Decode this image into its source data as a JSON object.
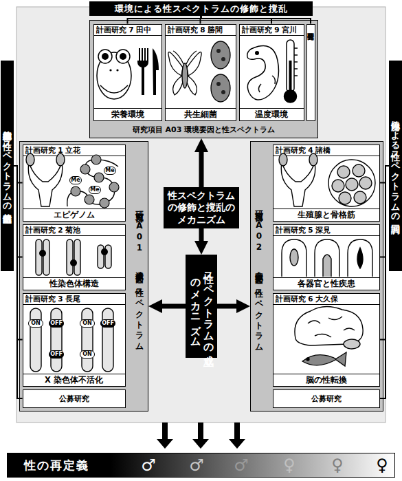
{
  "diagram": {
    "nodes": [
      {
        "text": [
          "環境による性スペクトラムの修飾と撹乱"
        ]
      },
      {
        "text": [
          "研究項目 A03 環境要因と性スペクトラム"
        ]
      },
      {
        "text": [
          "計画研究 7 田中",
          "栄養環境"
        ],
        "in": 1
      },
      {
        "text": [
          "計画研究 8 勝間",
          "共生細菌"
        ],
        "in": 1
      },
      {
        "text": [
          "計画研究 9 宮川",
          "温度環境"
        ],
        "in": 1
      },
      {
        "text": [
          "公募研究"
        ],
        "in": 1
      },
      {
        "text": [
          "細胞自律的な性スペクトラムの遺伝的基盤"
        ]
      },
      {
        "text": [
          "研究項目 A01 遺伝要因と性スペクトラム"
        ]
      },
      {
        "text": [
          "計画研究 1 立花",
          "エピゲノム"
        ],
        "in": 7
      },
      {
        "text": [
          "計画研究 2 菊池",
          "性染色体構造"
        ],
        "in": 7
      },
      {
        "text": [
          "計画研究 3 長尾",
          "X 染色体不活化"
        ],
        "in": 7
      },
      {
        "text": [
          "公募研究"
        ],
        "in": 7
      },
      {
        "text": [
          "性スペクトラムの修飾と撹乱のメカニズム"
        ]
      },
      {
        "text": [
          "性スペクトラムの成立のメカニズム"
        ]
      },
      {
        "text": [
          "内分泌による性スペクトラムの同調"
        ]
      },
      {
        "text": [
          "研究項目 A02 内分泌要因と性スペクトラム"
        ]
      },
      {
        "text": [
          "計画研究 4 諸橋",
          "生殖腺と骨格筋"
        ],
        "in": 15
      },
      {
        "text": [
          "計画研究 5 深見",
          "各器官と性疾患"
        ],
        "in": 15
      },
      {
        "text": [
          "計画研究 6 大久保",
          "脳の性転換"
        ],
        "in": 15
      },
      {
        "text": [
          "公募研究"
        ],
        "in": 15
      },
      {
        "text": [
          "♂",
          "♂",
          "♂",
          "♀",
          "♀",
          "♀"
        ]
      },
      {
        "text": [
          "性の再定義"
        ],
        "in": 20
      }
    ],
    "edges": [
      {
        "from": 12,
        "to": 1,
        "arrow": "to"
      },
      {
        "from": 12,
        "to": 13,
        "arrow": "to"
      },
      {
        "from": 13,
        "to": 7,
        "arrow": "to"
      },
      {
        "from": 13,
        "to": 15,
        "arrow": "to"
      },
      {
        "from": 0,
        "to": 2,
        "arrow": "none"
      },
      {
        "from": 0,
        "to": 3,
        "arrow": "none"
      },
      {
        "from": 0,
        "to": 4,
        "arrow": "none"
      },
      {
        "from": 0,
        "to": 5,
        "arrow": "none"
      },
      {
        "from": 6,
        "to": 8,
        "arrow": "none"
      },
      {
        "from": 6,
        "to": 9,
        "arrow": "none"
      },
      {
        "from": 6,
        "to": 10,
        "arrow": "none"
      },
      {
        "from": 6,
        "to": 11,
        "arrow": "none"
      },
      {
        "from": 14,
        "to": 16,
        "arrow": "none"
      },
      {
        "from": 14,
        "to": 17,
        "arrow": "none"
      },
      {
        "from": 14,
        "to": 18,
        "arrow": "none"
      },
      {
        "from": 14,
        "to": 19,
        "arrow": "none"
      }
    ],
    "labels": [
      "Me",
      "Me",
      "Me",
      "ON",
      "OFF",
      "ON",
      "OFF",
      "OFF",
      "ON"
    ]
  }
}
